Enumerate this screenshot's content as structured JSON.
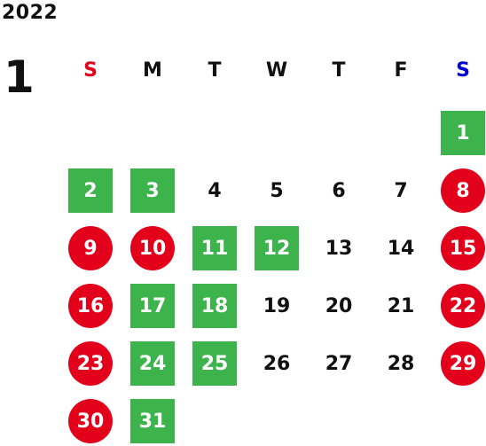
{
  "calendar": {
    "year": "2022",
    "month": "1",
    "weekdays": [
      "S",
      "M",
      "T",
      "W",
      "T",
      "F",
      "S"
    ],
    "colors": {
      "sunday": "#e2001a",
      "saturday": "#0000cc",
      "holiday_square": "#3cb44b",
      "weekend_circle": "#e2001a",
      "text": "#111111"
    },
    "days": [
      {
        "day": "1",
        "style": "green"
      },
      {
        "day": "2",
        "style": "green"
      },
      {
        "day": "3",
        "style": "green"
      },
      {
        "day": "4",
        "style": "plain"
      },
      {
        "day": "5",
        "style": "plain"
      },
      {
        "day": "6",
        "style": "plain"
      },
      {
        "day": "7",
        "style": "plain"
      },
      {
        "day": "8",
        "style": "red"
      },
      {
        "day": "9",
        "style": "red"
      },
      {
        "day": "10",
        "style": "red"
      },
      {
        "day": "11",
        "style": "green"
      },
      {
        "day": "12",
        "style": "green"
      },
      {
        "day": "13",
        "style": "plain"
      },
      {
        "day": "14",
        "style": "plain"
      },
      {
        "day": "15",
        "style": "red"
      },
      {
        "day": "16",
        "style": "red"
      },
      {
        "day": "17",
        "style": "green"
      },
      {
        "day": "18",
        "style": "green"
      },
      {
        "day": "19",
        "style": "plain"
      },
      {
        "day": "20",
        "style": "plain"
      },
      {
        "day": "21",
        "style": "plain"
      },
      {
        "day": "22",
        "style": "red"
      },
      {
        "day": "23",
        "style": "red"
      },
      {
        "day": "24",
        "style": "green"
      },
      {
        "day": "25",
        "style": "green"
      },
      {
        "day": "26",
        "style": "plain"
      },
      {
        "day": "27",
        "style": "plain"
      },
      {
        "day": "28",
        "style": "plain"
      },
      {
        "day": "29",
        "style": "red"
      },
      {
        "day": "30",
        "style": "red"
      },
      {
        "day": "31",
        "style": "green"
      }
    ]
  }
}
